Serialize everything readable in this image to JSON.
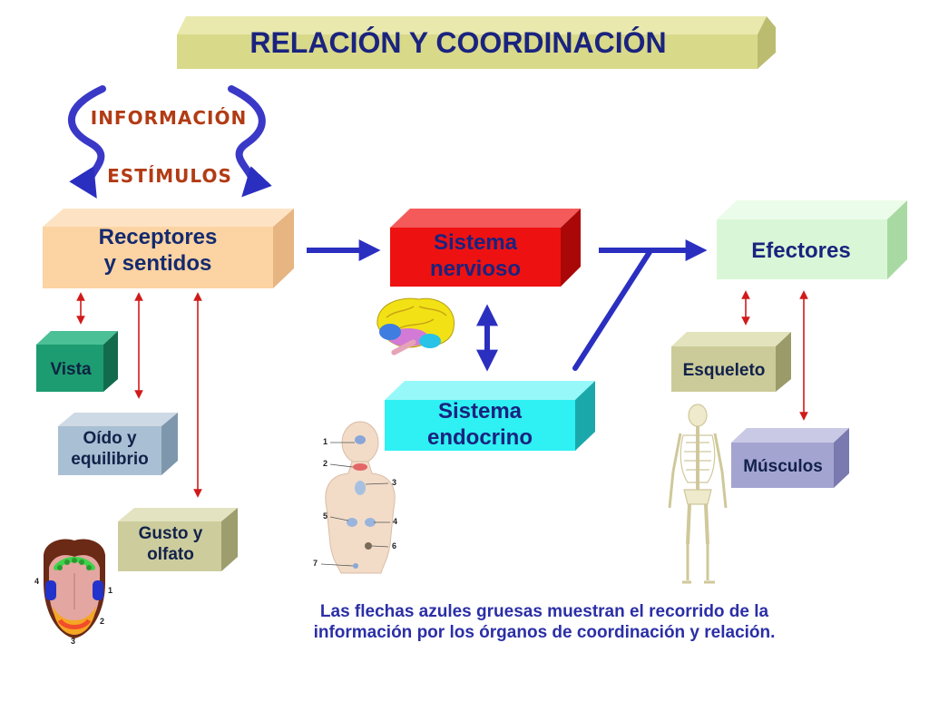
{
  "title": "RELACIÓN Y COORDINACIÓN",
  "nodes": {
    "receptores": "Receptores\ny sentidos",
    "sistema_nervioso": "Sistema\nnervioso",
    "efectores": "Efectores",
    "sistema_endocrino": "Sistema\nendocrino",
    "vista": "Vista",
    "oido": "Oído y\nequilibrio",
    "gusto": "Gusto y\nolfato",
    "esqueleto": "Esqueleto",
    "musculos": "Músculos"
  },
  "inputs": {
    "informacion": "INFORMACIÓN",
    "estimulos": "ESTÍMULOS"
  },
  "caption": "Las flechas azules gruesas muestran el recorrido de la\ninformación por los órganos de coordinación y relación.",
  "endocrine_labels": [
    "1",
    "2",
    "3",
    "4",
    "5",
    "6",
    "7"
  ],
  "tongue_labels": [
    "1",
    "2",
    "3",
    "4"
  ],
  "colors": {
    "title_bar": "#d9d98a",
    "receptores": "#fcd3a2",
    "sistema_nervioso": "#ee1111",
    "efectores": "#d9f7d6",
    "sistema_endocrino": "#2ff0f3",
    "vista": "#1c9c70",
    "oido": "#a9bfd3",
    "gusto": "#cccc9d",
    "esqueleto": "#cbcb99",
    "musculos": "#a4a4d1",
    "thick_arrow": "#2b2fc0",
    "thin_arrow": "#d11a1a"
  }
}
